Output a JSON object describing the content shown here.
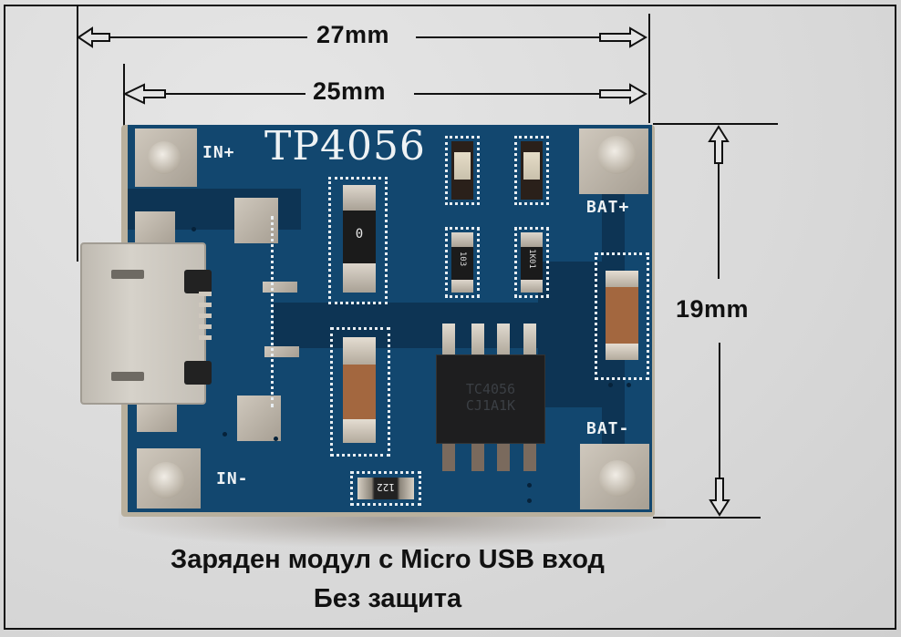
{
  "image": {
    "subject": "TP4056 lithium battery charging module PCB with Micro USB input",
    "background_color": "#dcdcdc",
    "pcb_color": "#12476f"
  },
  "dimensions": {
    "width_outer": "27mm",
    "width_board": "25mm",
    "height_board": "19mm"
  },
  "pcb_silkscreen": {
    "chip_title": "TP4056",
    "in_plus": "IN+",
    "in_minus": "IN-",
    "bat_plus": "BAT+",
    "bat_minus": "BAT-",
    "resistor_r1": "0",
    "resistor_r2": "103",
    "resistor_r3": "1K01",
    "resistor_r4": "122"
  },
  "ic_marking": {
    "line1": "TC4056",
    "line2": "CJ1A1K"
  },
  "caption": {
    "line1": "Заряден модул с Micro USB  вход",
    "line2": "Без защита"
  }
}
